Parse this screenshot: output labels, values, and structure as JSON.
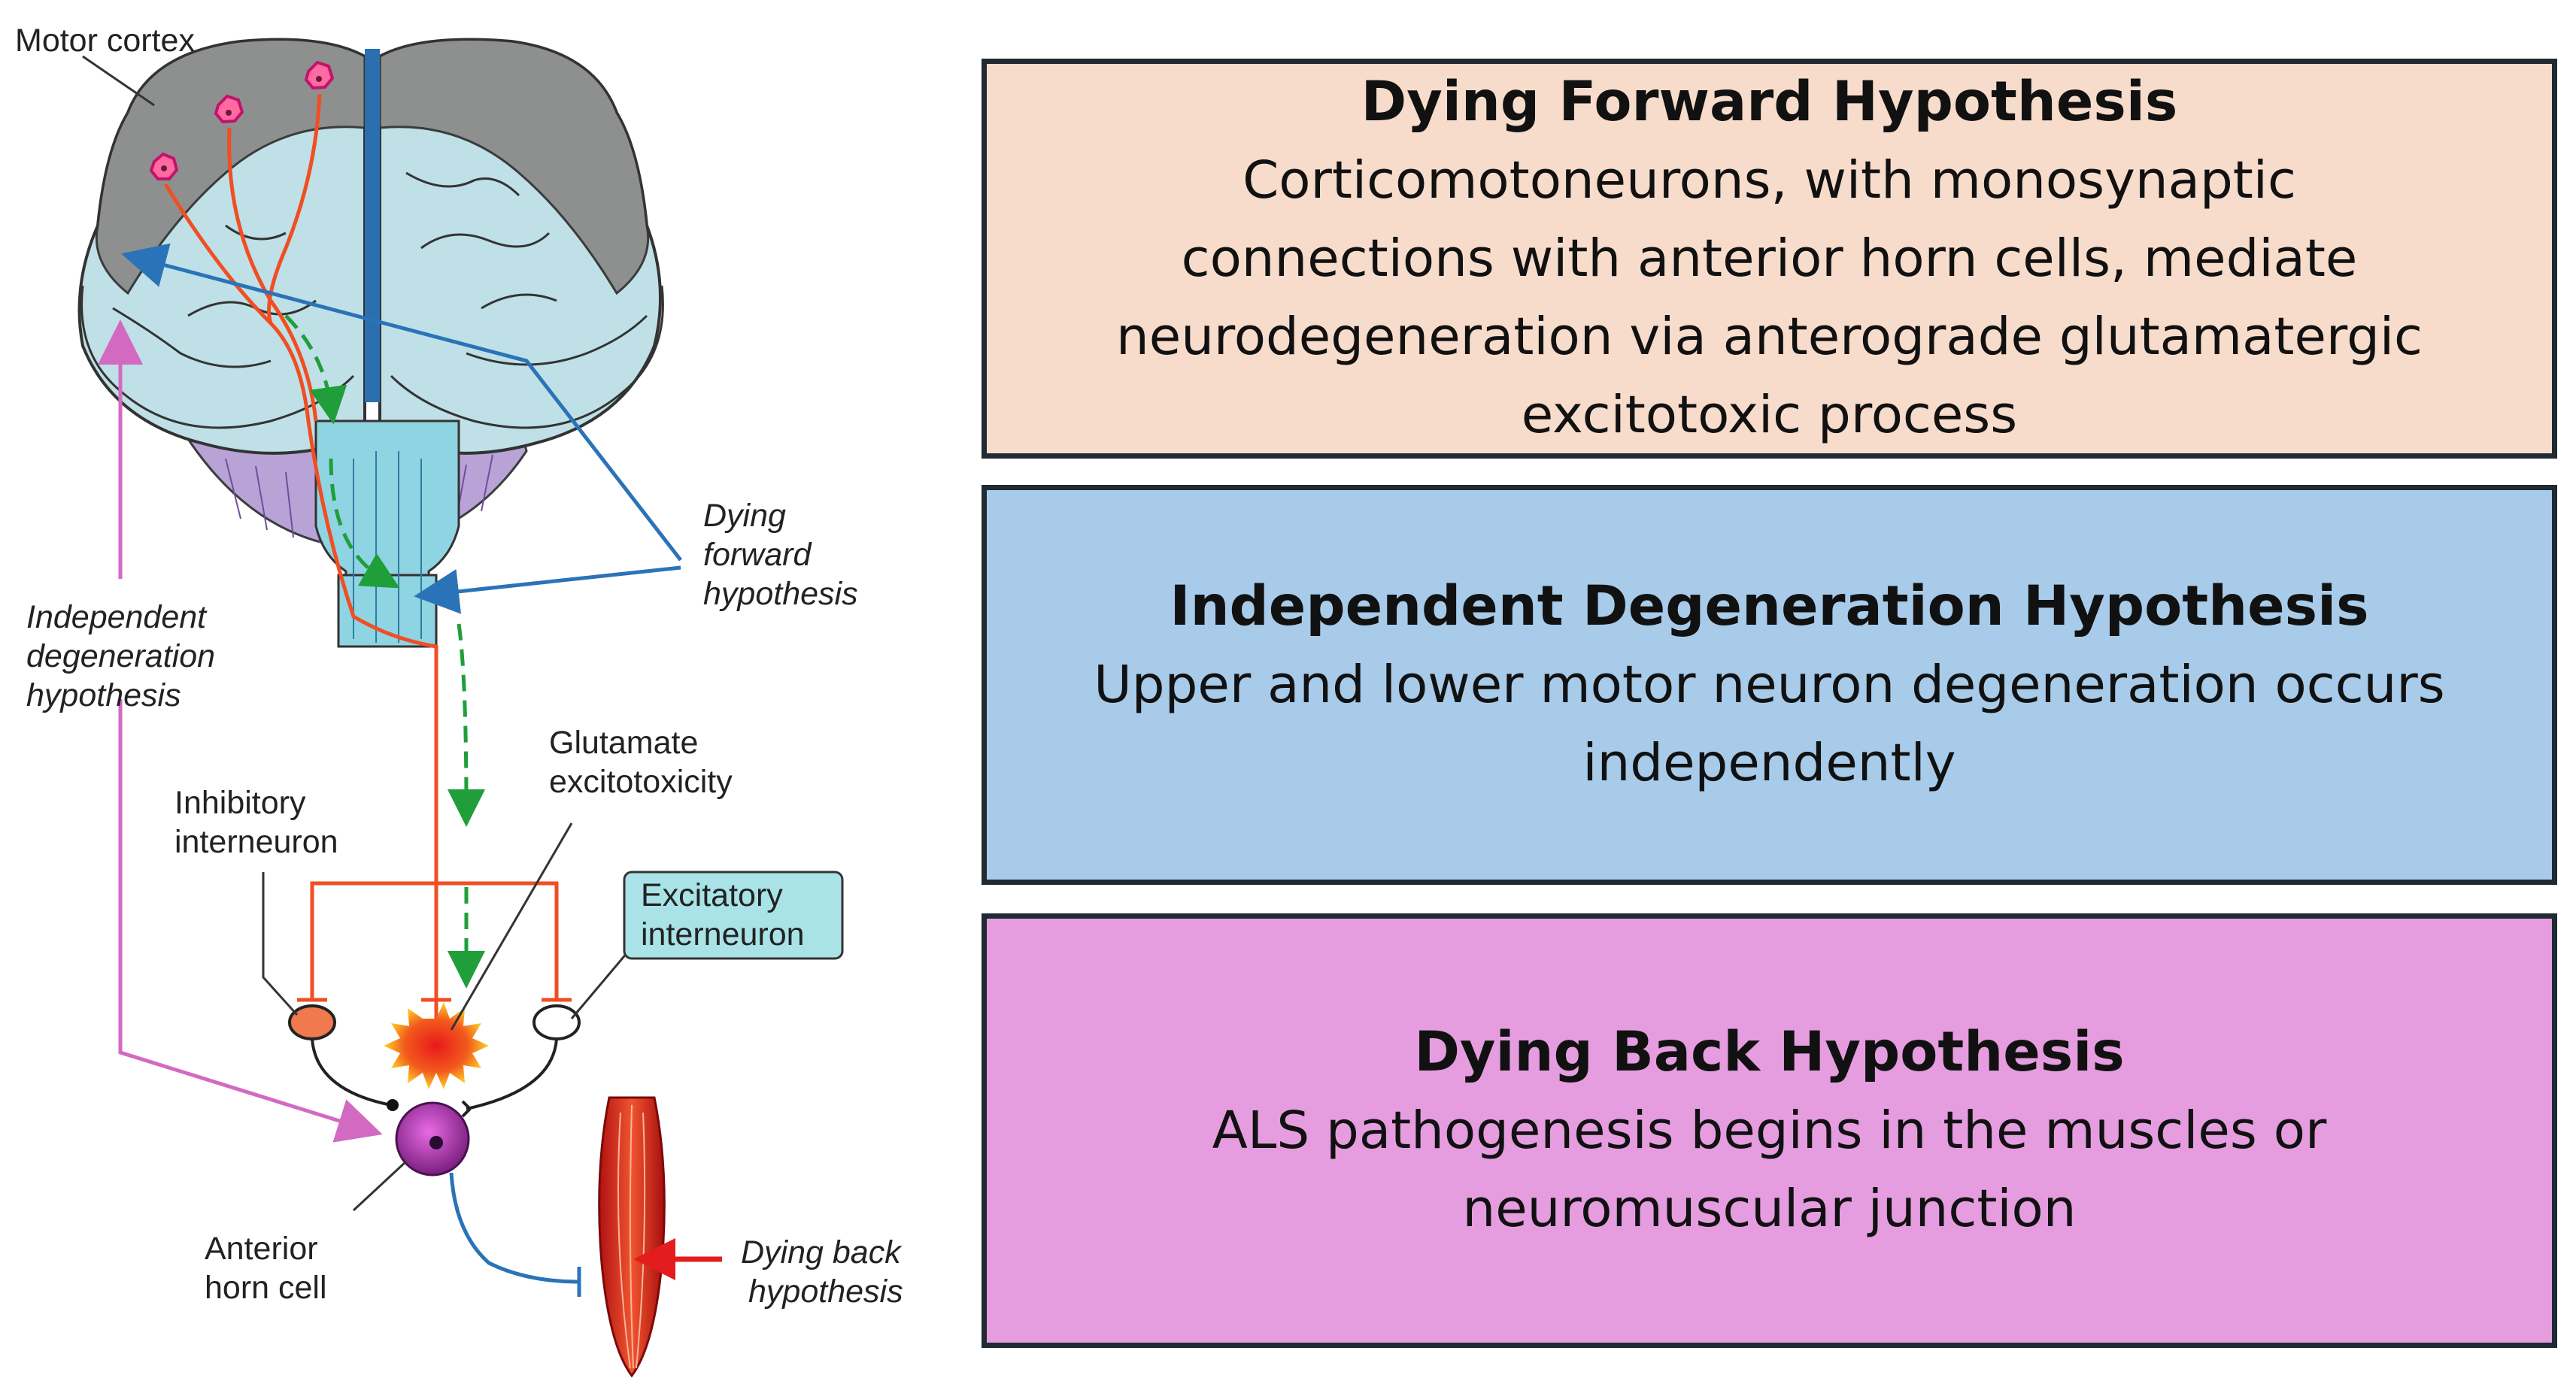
{
  "diagram": {
    "labels": {
      "motor_cortex": "Motor cortex",
      "dying_forward": [
        "Dying",
        "forward",
        "hypothesis"
      ],
      "independent": [
        "Independent",
        "degeneration",
        "hypothesis"
      ],
      "glutamate": [
        "Glutamate",
        "excitotoxicity"
      ],
      "inhibitory": [
        "Inhibitory",
        "interneuron"
      ],
      "excitatory": [
        "Excitatory",
        "interneuron"
      ],
      "anterior": [
        "Anterior",
        "horn cell"
      ],
      "dying_back": [
        "Dying back",
        "hypothesis"
      ]
    },
    "colors": {
      "upper_neuron": "#f04e23",
      "dying_forward_arrow": "#2a73b8",
      "independent_arrow": "#d36ac2",
      "dying_back_arrow": "#e31d1d",
      "green_dashed": "#1f9e3a",
      "brain_fill": "#bfe0e6",
      "cortex_gray": "#8c8c8c"
    }
  },
  "panels": [
    {
      "title": "Dying Forward Hypothesis",
      "lines": [
        "Corticomotoneurons, with monosynaptic",
        "connections with anterior horn cells, mediate",
        "neurodegeneration via anterograde glutamatergic",
        "excitotoxic process"
      ],
      "bg": "#f8dccb"
    },
    {
      "title": "Independent Degeneration Hypothesis",
      "lines": [
        "Upper and lower motor neuron degeneration occurs",
        "independently"
      ],
      "bg": "#a8cbea"
    },
    {
      "title": "Dying Back Hypothesis",
      "lines": [
        "ALS pathogenesis begins in the muscles or",
        "neuromuscular junction"
      ],
      "bg": "#e59de0"
    }
  ]
}
